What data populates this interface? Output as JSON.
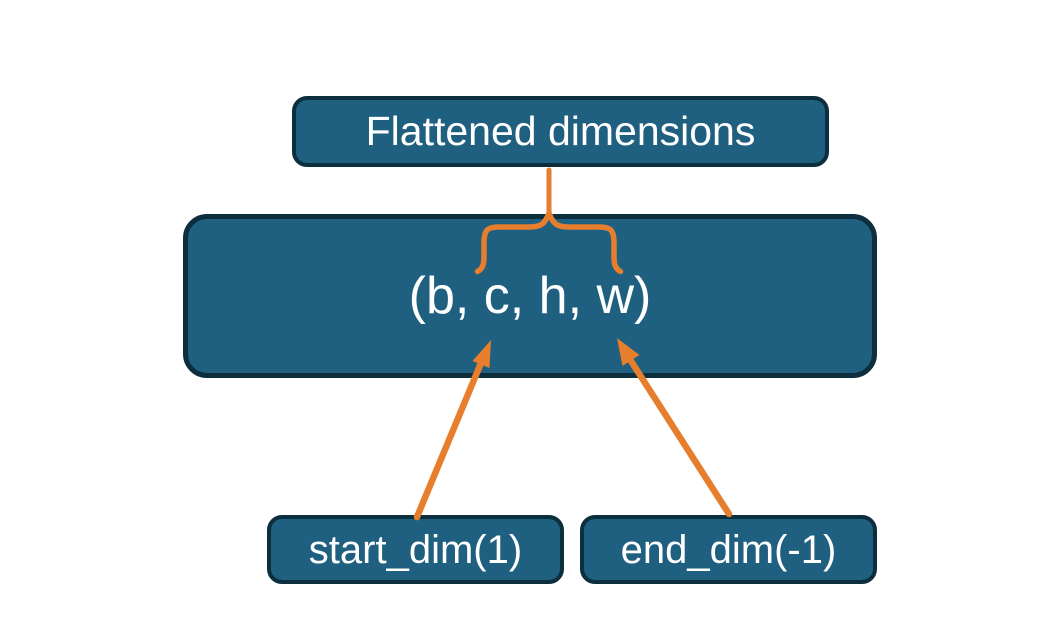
{
  "diagram": {
    "description": "Flatten operation dimensions diagram",
    "colors": {
      "background": "#ffffff",
      "node_fill": "#1f5f7f",
      "node_border": "#0c2e3d",
      "connector_orange": "#e67e2d",
      "text": "#ffffff"
    },
    "nodes": {
      "flattened": {
        "label": "Flattened dimensions"
      },
      "tensor": {
        "label": "(b, c, h, w)"
      },
      "start_dim": {
        "label": "start_dim(1)"
      },
      "end_dim": {
        "label": "end_dim(-1)"
      }
    },
    "connectors": {
      "brace": "brace spanning c..w dims, pointing up to Flattened dimensions box",
      "arrow_start": "from start_dim(1) box up to dim c",
      "arrow_end": "from end_dim(-1) box up to dim w"
    }
  }
}
